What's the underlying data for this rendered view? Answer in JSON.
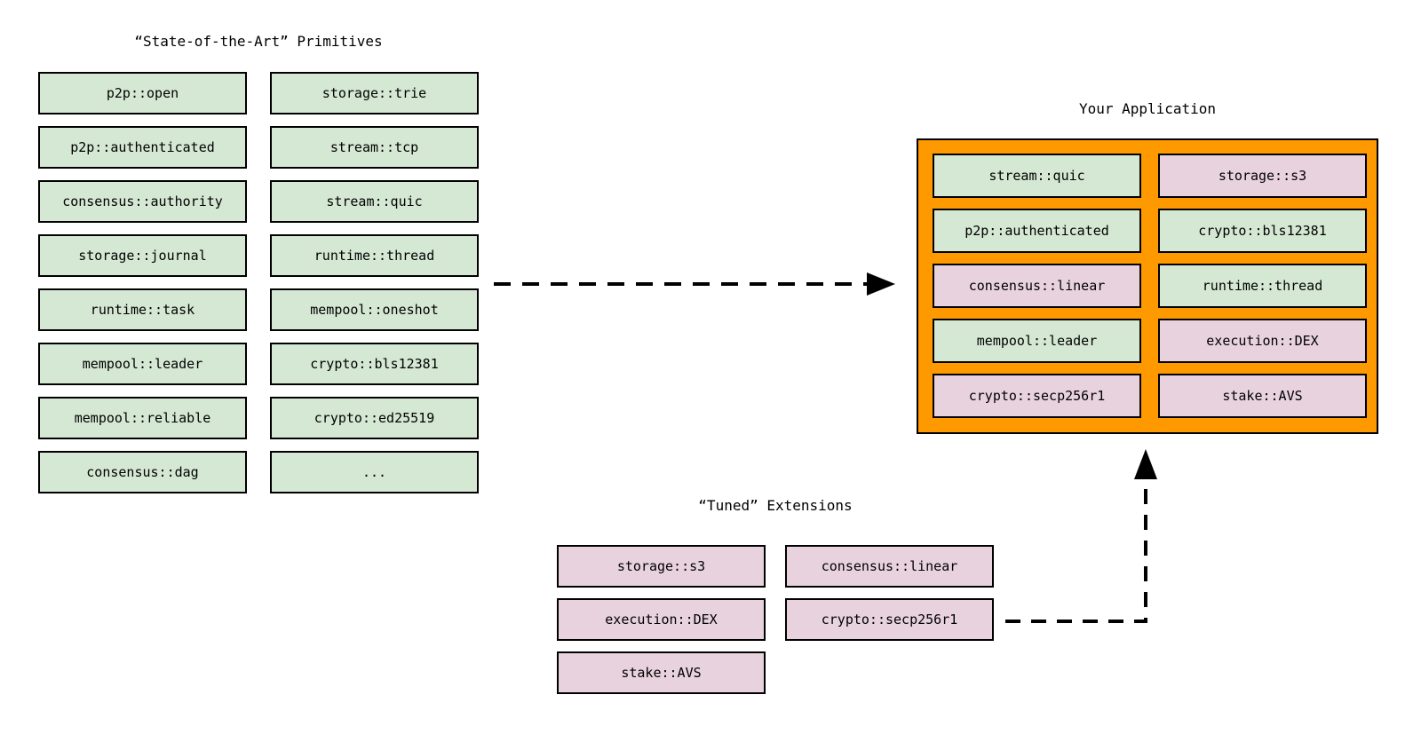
{
  "colors": {
    "primitive_fill": "#d5e8d4",
    "extension_fill": "#e8d2dd",
    "app_fill": "#ff9900",
    "border": "#000000",
    "arrow": "#000000",
    "background": "#ffffff"
  },
  "primitives": {
    "title": "“State-of-the-Art” Primitives",
    "items": [
      "p2p::open",
      "storage::trie",
      "p2p::authenticated",
      "stream::tcp",
      "consensus::authority",
      "stream::quic",
      "storage::journal",
      "runtime::thread",
      "runtime::task",
      "mempool::oneshot",
      "mempool::leader",
      "crypto::bls12381",
      "mempool::reliable",
      "crypto::ed25519",
      "consensus::dag",
      "..."
    ]
  },
  "extensions": {
    "title": "“Tuned” Extensions",
    "items": [
      "storage::s3",
      "consensus::linear",
      "execution::DEX",
      "crypto::secp256r1",
      "stake::AVS"
    ]
  },
  "application": {
    "title": "Your Application",
    "items": [
      {
        "label": "stream::quic",
        "type": "primitive"
      },
      {
        "label": "storage::s3",
        "type": "extension"
      },
      {
        "label": "p2p::authenticated",
        "type": "primitive"
      },
      {
        "label": "crypto::bls12381",
        "type": "primitive"
      },
      {
        "label": "consensus::linear",
        "type": "extension"
      },
      {
        "label": "runtime::thread",
        "type": "primitive"
      },
      {
        "label": "mempool::leader",
        "type": "primitive"
      },
      {
        "label": "execution::DEX",
        "type": "extension"
      },
      {
        "label": "crypto::secp256r1",
        "type": "extension"
      },
      {
        "label": "stake::AVS",
        "type": "extension"
      }
    ]
  }
}
